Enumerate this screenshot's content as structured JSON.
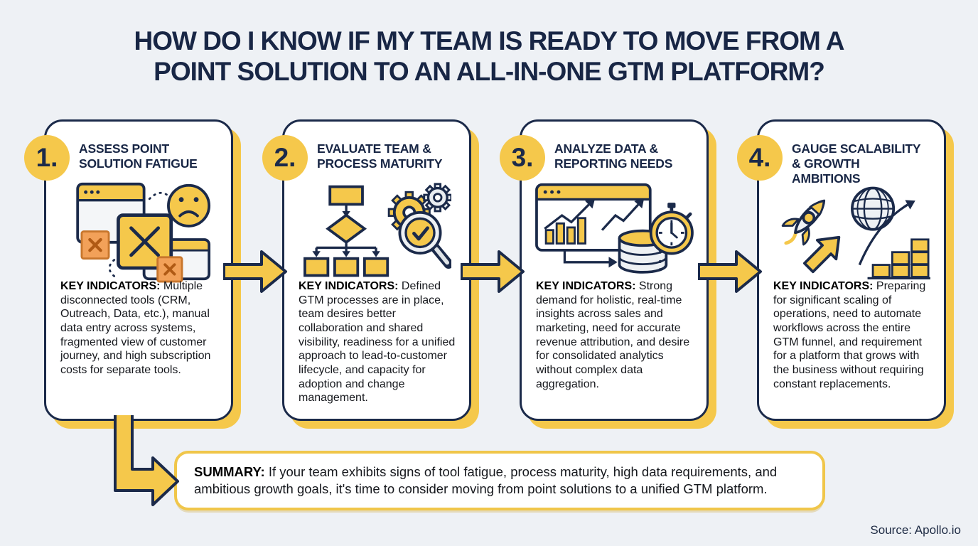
{
  "title": {
    "line1": "HOW DO I KNOW IF MY TEAM IS READY TO MOVE FROM A",
    "line2": "POINT SOLUTION TO AN ALL-IN-ONE GTM PLATFORM?"
  },
  "colors": {
    "background": "#eef1f5",
    "navy": "#1b2a4a",
    "yellow": "#f5c84b",
    "orange": "#f2a159",
    "summary_border": "#f0c64a",
    "card_bg": "#ffffff",
    "body_text": "#16181d"
  },
  "cards": [
    {
      "number": "1.",
      "title": "ASSESS POINT SOLUTION FATIGUE",
      "icon": "disconnected-tools-icon",
      "indicators_label": "KEY INDICATORS:",
      "indicators_text": "Multiple disconnected tools (CRM, Outreach, Data, etc.), manual data entry across systems, fragmented view of customer journey, and high subscription costs for separate tools."
    },
    {
      "number": "2.",
      "title": "EVALUATE TEAM & PROCESS MATURITY",
      "icon": "process-maturity-icon",
      "indicators_label": "KEY INDICATORS:",
      "indicators_text": "Defined GTM processes are in place, team desires better collaboration and shared visibility, readiness for a unified approach to lead-to-customer lifecycle, and capacity for adoption and change management."
    },
    {
      "number": "3.",
      "title": "ANALYZE DATA & REPORTING NEEDS",
      "icon": "analytics-dashboard-icon",
      "indicators_label": "KEY INDICATORS:",
      "indicators_text": "Strong demand for holistic, real-time insights across sales and marketing, need for accurate revenue attribution, and desire for consolidated analytics without complex data aggregation."
    },
    {
      "number": "4.",
      "title": "GAUGE SCALABILITY & GROWTH AMBITIONS",
      "icon": "rocket-growth-icon",
      "indicators_label": "KEY INDICATORS:",
      "indicators_text": "Preparing for significant scaling of operations, need to automate workflows across the entire GTM funnel, and requirement for a platform that grows with the business without requiring constant replacements."
    }
  ],
  "summary": {
    "label": "SUMMARY:",
    "text": "If your team exhibits signs of tool fatigue, process maturity, high data requirements, and ambitious growth goals, it's time to consider moving from point solutions to a unified GTM platform."
  },
  "source": "Source: Apollo.io"
}
